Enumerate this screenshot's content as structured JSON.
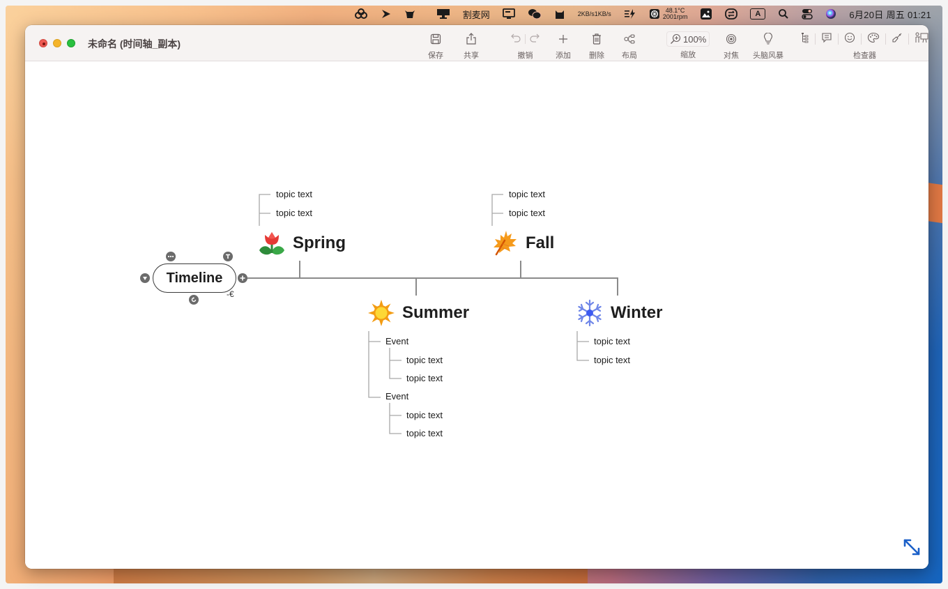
{
  "menubar": {
    "network_up": "2KB/s",
    "network_down": "1KB/s",
    "app_label": "割麦网",
    "cpu_temp": "48.1°C",
    "fan_speed": "2001rpm",
    "input_method": "A",
    "clock": "6月20日 周五  01:21",
    "icons": [
      "creative-cloud-icon",
      "arrow-app-icon",
      "cow-icon",
      "display-icon",
      "screen-icon",
      "wechat-icon",
      "cat-icon",
      "network-icon",
      "battery-bolt-icon",
      "fan-icon",
      "photo-icon",
      "switch-icon",
      "input-method-icon",
      "search-icon",
      "control-center-icon",
      "siri-icon"
    ]
  },
  "window": {
    "title": "未命名 (时间轴_副本)",
    "toolbar": {
      "save": "保存",
      "share": "共享",
      "undo": "撤销",
      "add": "添加",
      "delete": "删除",
      "layout": "布局",
      "zoom_value": "100%",
      "zoom": "缩放",
      "focus": "对焦",
      "brainstorm": "头脑风暴",
      "inspector": "检查器"
    }
  },
  "mindmap": {
    "central": "Timeline",
    "topics": [
      {
        "id": "spring",
        "label": "Spring",
        "icon": "tulip-icon",
        "children": [
          "topic text",
          "topic text"
        ]
      },
      {
        "id": "summer",
        "label": "Summer",
        "icon": "sun-icon",
        "events": [
          {
            "label": "Event",
            "children": [
              "topic text",
              "topic text"
            ]
          },
          {
            "label": "Event",
            "children": [
              "topic text",
              "topic text"
            ]
          }
        ]
      },
      {
        "id": "fall",
        "label": "Fall",
        "icon": "maple-leaf-icon",
        "children": [
          "topic text",
          "topic text"
        ]
      },
      {
        "id": "winter",
        "label": "Winter",
        "icon": "snowflake-icon",
        "children": [
          "topic text",
          "topic text"
        ]
      }
    ],
    "handle_symbol": "-€"
  },
  "colors": {
    "line": "#8a8a8a",
    "expand_icon": "#1a5fc8",
    "close": "#ee5a52",
    "minimize": "#f5b42a",
    "maximize": "#29c03f"
  }
}
